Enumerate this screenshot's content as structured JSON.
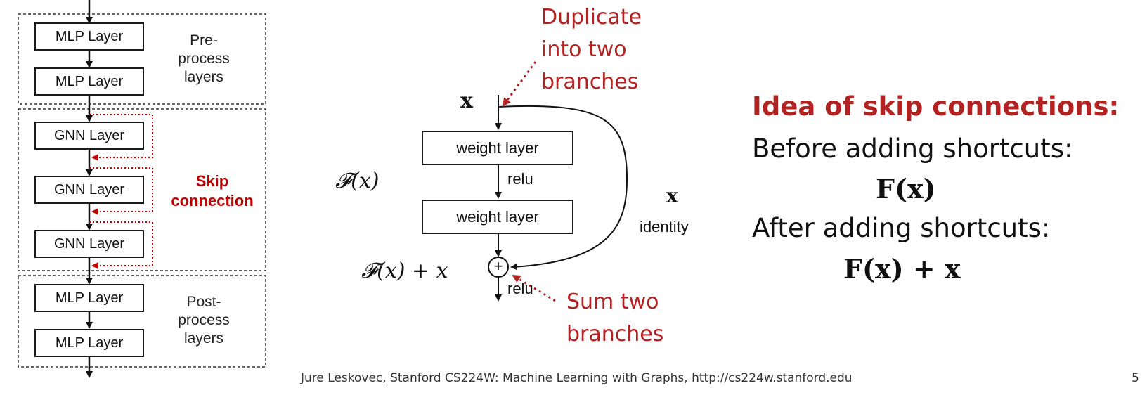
{
  "left_diagram": {
    "pre_group_label": "Pre-\nprocess\nlayers",
    "post_group_label": "Post-\nprocess\nlayers",
    "skip_label": "Skip\nconnection",
    "layers": [
      {
        "label": "MLP Layer"
      },
      {
        "label": "MLP Layer"
      },
      {
        "label": "GNN Layer"
      },
      {
        "label": "GNN Layer"
      },
      {
        "label": "GNN Layer"
      },
      {
        "label": "MLP Layer"
      },
      {
        "label": "MLP Layer"
      }
    ]
  },
  "residual_block": {
    "annot_duplicate": "Duplicate\ninto two\nbranches",
    "annot_sum": "Sum two\nbranches",
    "input_x": "x",
    "weight_layer_1": "weight layer",
    "weight_layer_2": "weight layer",
    "relu_1": "relu",
    "relu_2": "relu",
    "fx_label": "𝓕(x)",
    "fx_plus_x_label": "𝓕(x) + x",
    "identity_x": "x",
    "identity_label": "identity",
    "plus_symbol": "+"
  },
  "idea": {
    "title": "Idea of skip connections:",
    "before": "Before adding shortcuts:",
    "before_formula": "F(x)",
    "after": "After adding shortcuts:",
    "after_formula": "F(x) + x"
  },
  "footer": {
    "text": "Jure Leskovec, Stanford CS224W: Machine Learning with Graphs, http://cs224w.stanford.edu",
    "page_number": "5"
  }
}
